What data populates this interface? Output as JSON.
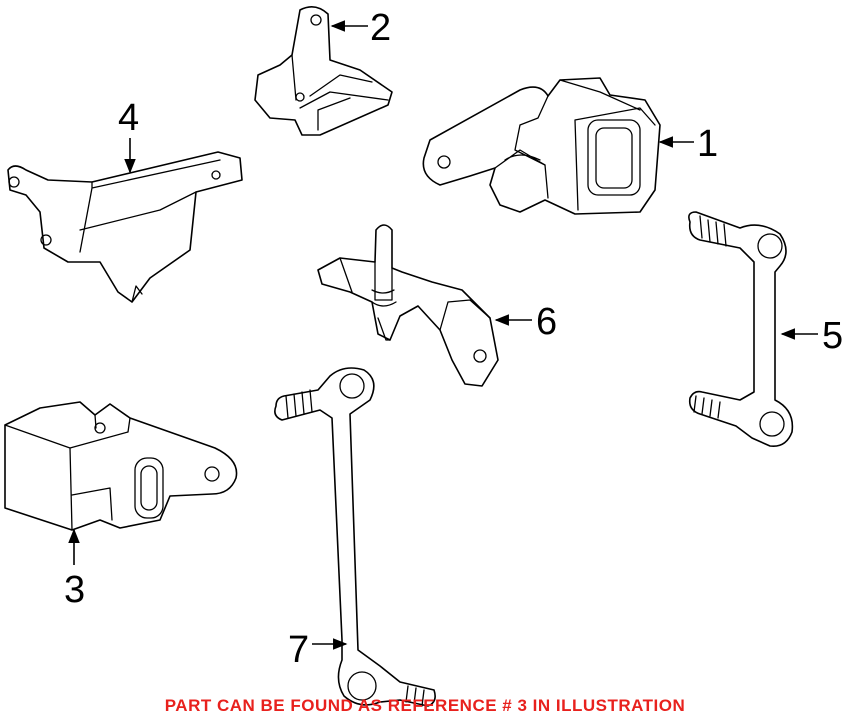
{
  "diagram": {
    "callouts": [
      {
        "id": "1",
        "label": "1"
      },
      {
        "id": "2",
        "label": "2"
      },
      {
        "id": "3",
        "label": "3"
      },
      {
        "id": "4",
        "label": "4"
      },
      {
        "id": "5",
        "label": "5"
      },
      {
        "id": "6",
        "label": "6"
      },
      {
        "id": "7",
        "label": "7"
      }
    ]
  },
  "footer": {
    "note": "PART CAN BE FOUND AS REFERENCE # 3 IN ILLUSTRATION",
    "color": "#e8211d"
  }
}
